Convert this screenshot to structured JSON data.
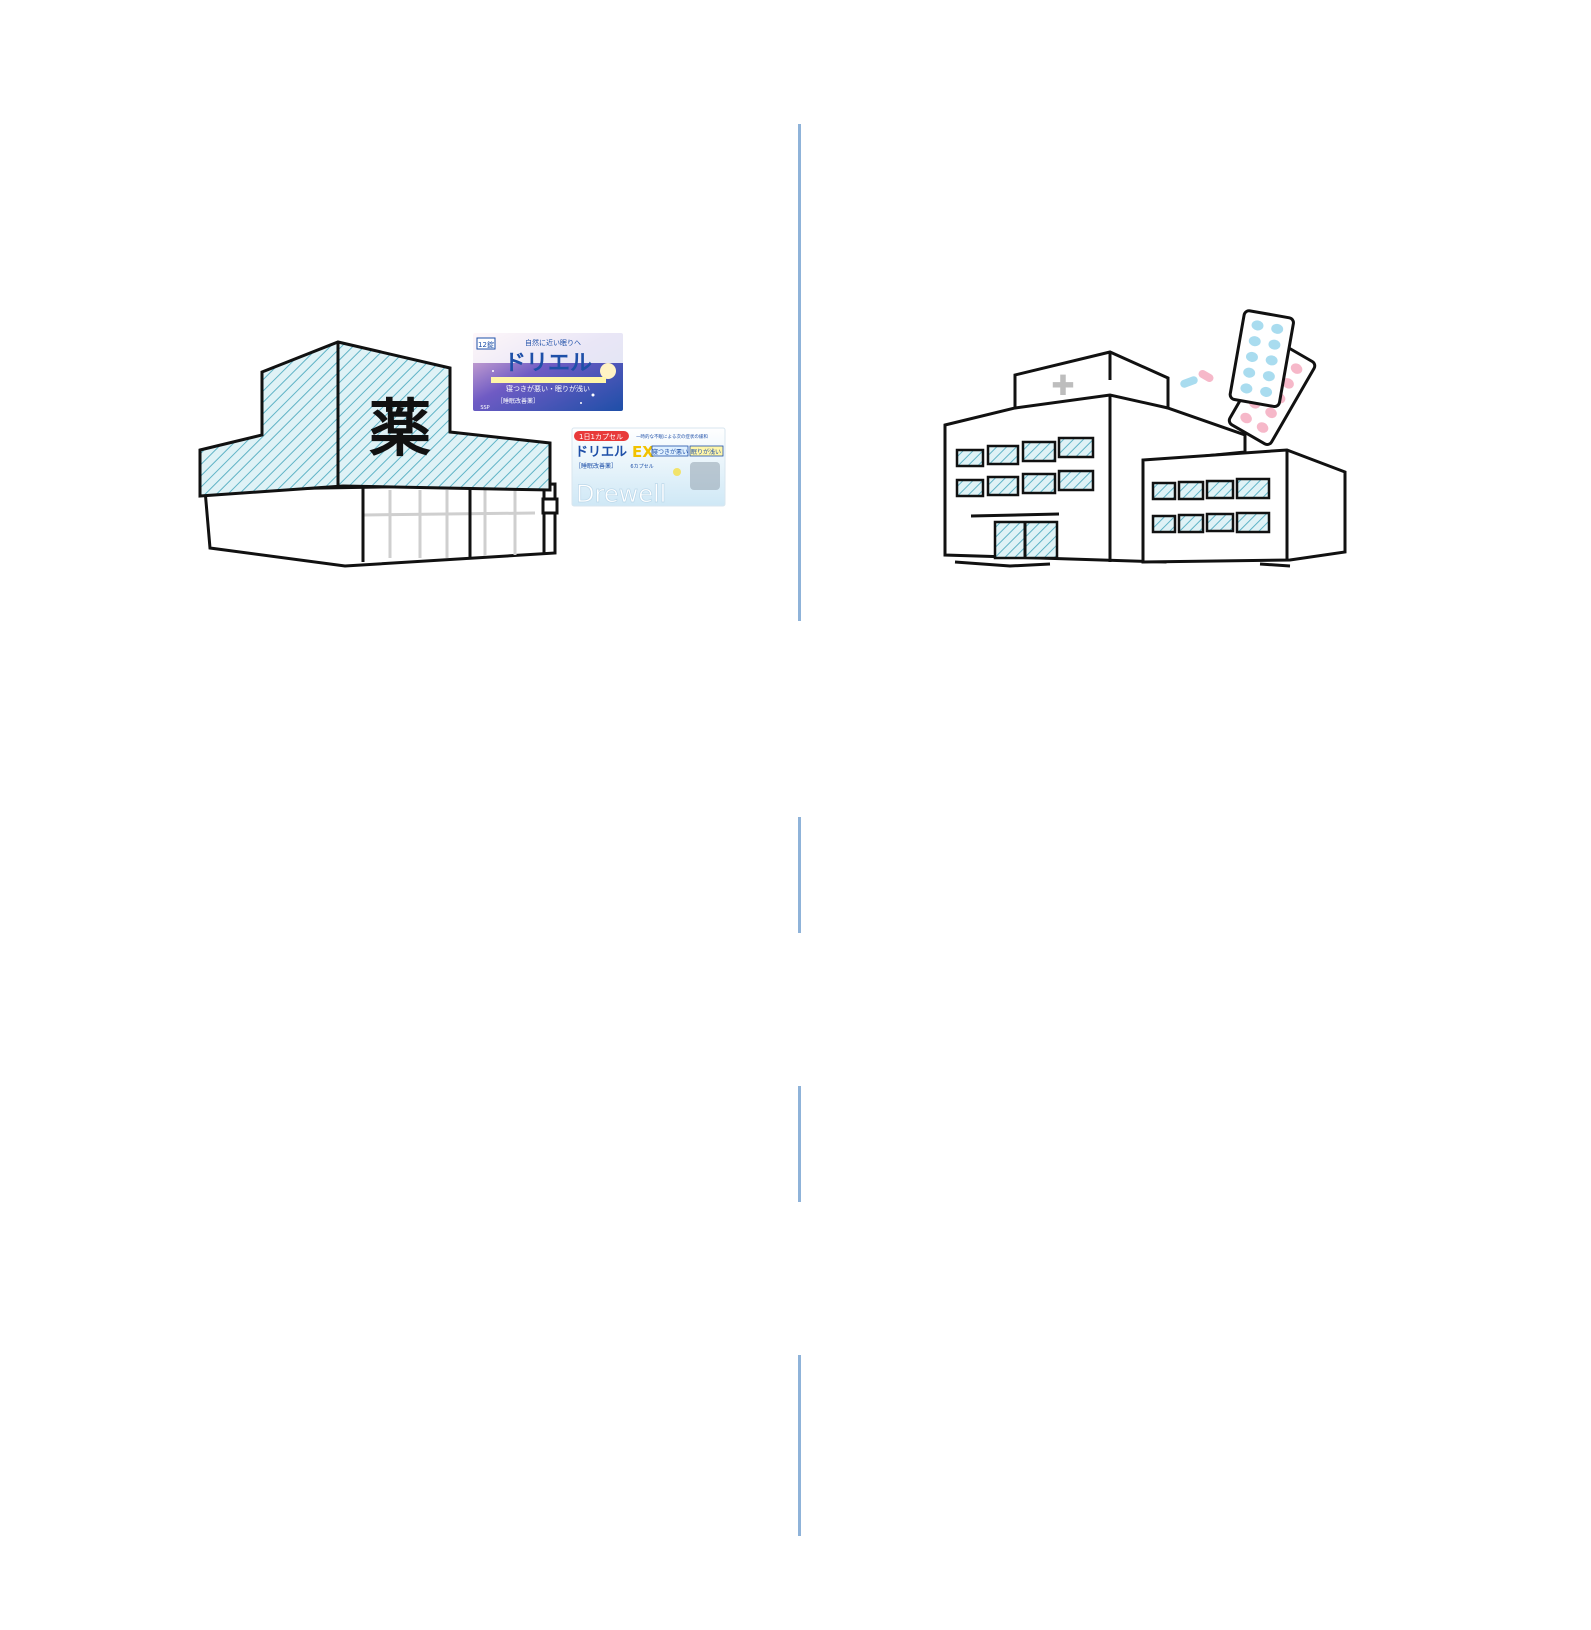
{
  "drugstore": {
    "sign_kanji": "薬",
    "product_1": {
      "count_badge": "12錠",
      "tagline": "自然に近い眠りへ",
      "brand": "ドリエル",
      "claim": "寝つきが悪い・眠りが浅い",
      "category": "［睡眠改善薬］",
      "maker": "SSP"
    },
    "product_2": {
      "badge": "1日1カプセル",
      "note": "一時的な不眠による次の症状の緩和",
      "brand": "ドリエル",
      "brand_suffix": "EX",
      "claim_1": "寝つきが悪い",
      "claim_2": "眠りが浅い",
      "category": "［睡眠改善薬］",
      "count": "6カプセル",
      "watermark": "Drewell"
    }
  },
  "hospital": {
    "cross": "✚"
  },
  "colors": {
    "divider": "#8fb3d9",
    "hatch": "#5fb3c6",
    "hatch_bg": "#dff2f6",
    "pill_blue": "#a9dcef",
    "pill_pink": "#f6b8c9"
  }
}
